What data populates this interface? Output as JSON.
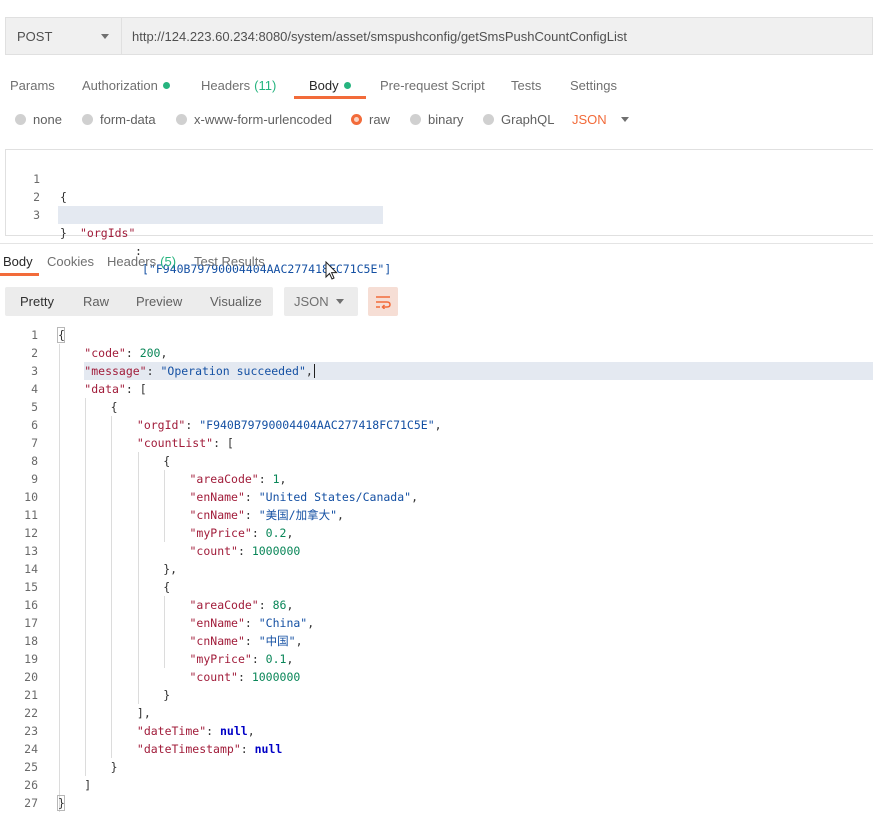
{
  "request": {
    "method": "POST",
    "url": "http://124.223.60.234:8080/system/asset/smspushconfig/getSmsPushCountConfigList"
  },
  "request_tabs": [
    {
      "label": "Params"
    },
    {
      "label": "Authorization"
    },
    {
      "label": "Headers",
      "count": "(11)"
    },
    {
      "label": "Body"
    },
    {
      "label": "Pre-request Script"
    },
    {
      "label": "Tests"
    },
    {
      "label": "Settings"
    }
  ],
  "body_types": [
    {
      "label": "none"
    },
    {
      "label": "form-data"
    },
    {
      "label": "x-www-form-urlencoded"
    },
    {
      "label": "raw"
    },
    {
      "label": "binary"
    },
    {
      "label": "GraphQL"
    }
  ],
  "body_format": "JSON",
  "request_body": {
    "line_numbers": [
      "1",
      "2",
      "3"
    ],
    "open_brace": "{",
    "key": "\"orgIds\"",
    "colon": ":",
    "value": "[\"F940B79790004404AAC277418FC71C5E\"]",
    "close_brace": "}"
  },
  "response_tabs": [
    {
      "label": "Body"
    },
    {
      "label": "Cookies"
    },
    {
      "label": "Headers",
      "count": "(5)"
    },
    {
      "label": "Test Results"
    }
  ],
  "view_modes": [
    {
      "label": "Pretty"
    },
    {
      "label": "Raw"
    },
    {
      "label": "Preview"
    },
    {
      "label": "Visualize"
    }
  ],
  "response_format": "JSON",
  "response_lines": [
    {
      "n": "1",
      "tokens": [
        {
          "t": "{",
          "c": "pun"
        }
      ]
    },
    {
      "n": "2",
      "tokens": [
        {
          "t": "\"code\"",
          "c": "key"
        },
        {
          "t": ": ",
          "c": "pun"
        },
        {
          "t": "200",
          "c": "num"
        },
        {
          "t": ",",
          "c": "pun"
        }
      ]
    },
    {
      "n": "3",
      "tokens": [
        {
          "t": "\"message\"",
          "c": "key"
        },
        {
          "t": ": ",
          "c": "pun"
        },
        {
          "t": "\"Operation succeeded\"",
          "c": "str"
        },
        {
          "t": ",",
          "c": "pun"
        }
      ]
    },
    {
      "n": "4",
      "tokens": [
        {
          "t": "\"data\"",
          "c": "key"
        },
        {
          "t": ": [",
          "c": "pun"
        }
      ]
    },
    {
      "n": "5",
      "tokens": [
        {
          "t": "{",
          "c": "pun"
        }
      ]
    },
    {
      "n": "6",
      "tokens": [
        {
          "t": "\"orgId\"",
          "c": "key"
        },
        {
          "t": ": ",
          "c": "pun"
        },
        {
          "t": "\"F940B79790004404AAC277418FC71C5E\"",
          "c": "str"
        },
        {
          "t": ",",
          "c": "pun"
        }
      ]
    },
    {
      "n": "7",
      "tokens": [
        {
          "t": "\"countList\"",
          "c": "key"
        },
        {
          "t": ": [",
          "c": "pun"
        }
      ]
    },
    {
      "n": "8",
      "tokens": [
        {
          "t": "{",
          "c": "pun"
        }
      ]
    },
    {
      "n": "9",
      "tokens": [
        {
          "t": "\"areaCode\"",
          "c": "key"
        },
        {
          "t": ": ",
          "c": "pun"
        },
        {
          "t": "1",
          "c": "num"
        },
        {
          "t": ",",
          "c": "pun"
        }
      ]
    },
    {
      "n": "10",
      "tokens": [
        {
          "t": "\"enName\"",
          "c": "key"
        },
        {
          "t": ": ",
          "c": "pun"
        },
        {
          "t": "\"United States/Canada\"",
          "c": "str"
        },
        {
          "t": ",",
          "c": "pun"
        }
      ]
    },
    {
      "n": "11",
      "tokens": [
        {
          "t": "\"cnName\"",
          "c": "key"
        },
        {
          "t": ": ",
          "c": "pun"
        },
        {
          "t": "\"美国/加拿大\"",
          "c": "str"
        },
        {
          "t": ",",
          "c": "pun"
        }
      ]
    },
    {
      "n": "12",
      "tokens": [
        {
          "t": "\"myPrice\"",
          "c": "key"
        },
        {
          "t": ": ",
          "c": "pun"
        },
        {
          "t": "0.2",
          "c": "num"
        },
        {
          "t": ",",
          "c": "pun"
        }
      ]
    },
    {
      "n": "13",
      "tokens": [
        {
          "t": "\"count\"",
          "c": "key"
        },
        {
          "t": ": ",
          "c": "pun"
        },
        {
          "t": "1000000",
          "c": "num"
        }
      ]
    },
    {
      "n": "14",
      "tokens": [
        {
          "t": "},",
          "c": "pun"
        }
      ]
    },
    {
      "n": "15",
      "tokens": [
        {
          "t": "{",
          "c": "pun"
        }
      ]
    },
    {
      "n": "16",
      "tokens": [
        {
          "t": "\"areaCode\"",
          "c": "key"
        },
        {
          "t": ": ",
          "c": "pun"
        },
        {
          "t": "86",
          "c": "num"
        },
        {
          "t": ",",
          "c": "pun"
        }
      ]
    },
    {
      "n": "17",
      "tokens": [
        {
          "t": "\"enName\"",
          "c": "key"
        },
        {
          "t": ": ",
          "c": "pun"
        },
        {
          "t": "\"China\"",
          "c": "str"
        },
        {
          "t": ",",
          "c": "pun"
        }
      ]
    },
    {
      "n": "18",
      "tokens": [
        {
          "t": "\"cnName\"",
          "c": "key"
        },
        {
          "t": ": ",
          "c": "pun"
        },
        {
          "t": "\"中国\"",
          "c": "str"
        },
        {
          "t": ",",
          "c": "pun"
        }
      ]
    },
    {
      "n": "19",
      "tokens": [
        {
          "t": "\"myPrice\"",
          "c": "key"
        },
        {
          "t": ": ",
          "c": "pun"
        },
        {
          "t": "0.1",
          "c": "num"
        },
        {
          "t": ",",
          "c": "pun"
        }
      ]
    },
    {
      "n": "20",
      "tokens": [
        {
          "t": "\"count\"",
          "c": "key"
        },
        {
          "t": ": ",
          "c": "pun"
        },
        {
          "t": "1000000",
          "c": "num"
        }
      ]
    },
    {
      "n": "21",
      "tokens": [
        {
          "t": "}",
          "c": "pun"
        }
      ]
    },
    {
      "n": "22",
      "tokens": [
        {
          "t": "],",
          "c": "pun"
        }
      ]
    },
    {
      "n": "23",
      "tokens": [
        {
          "t": "\"dateTime\"",
          "c": "key"
        },
        {
          "t": ": ",
          "c": "pun"
        },
        {
          "t": "null",
          "c": "kw"
        },
        {
          "t": ",",
          "c": "pun"
        }
      ]
    },
    {
      "n": "24",
      "tokens": [
        {
          "t": "\"dateTimestamp\"",
          "c": "key"
        },
        {
          "t": ": ",
          "c": "pun"
        },
        {
          "t": "null",
          "c": "kw"
        }
      ]
    },
    {
      "n": "25",
      "tokens": [
        {
          "t": "}",
          "c": "pun"
        }
      ]
    },
    {
      "n": "26",
      "tokens": [
        {
          "t": "]",
          "c": "pun"
        }
      ]
    },
    {
      "n": "27",
      "tokens": [
        {
          "t": "}",
          "c": "pun"
        }
      ]
    }
  ],
  "colors": {
    "accent": "#f26b3a",
    "success": "#26b47f",
    "key": "#a11c3a",
    "string": "#1450a3",
    "number": "#098658"
  }
}
